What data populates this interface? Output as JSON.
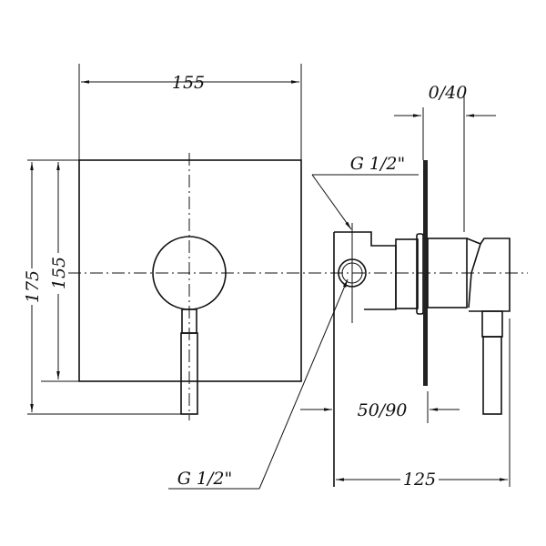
{
  "drawing": {
    "dims": {
      "plate_width": "155",
      "plate_height": "155",
      "overall_height": "175",
      "plate_offset": "0/40",
      "wall_depth": "50/90",
      "total_depth": "125"
    },
    "threads": {
      "top": "G 1/2\"",
      "bottom": "G 1/2\""
    }
  }
}
